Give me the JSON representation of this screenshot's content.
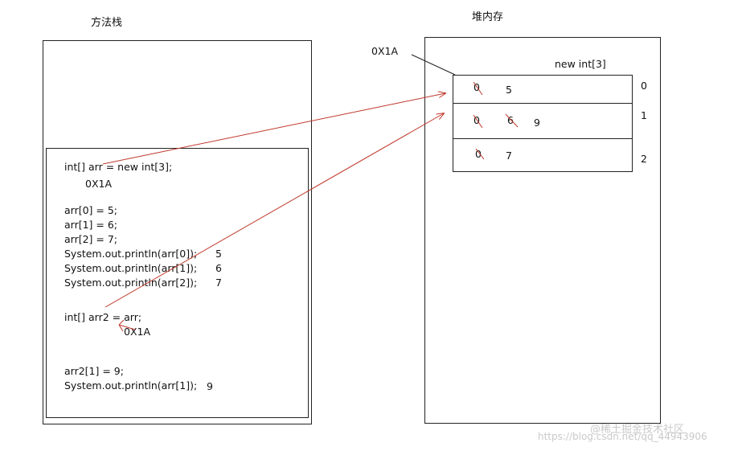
{
  "diagram": {
    "method_stack_title": "方法栈",
    "heap_title": "堆内存",
    "heap_address": "0X1A",
    "array_label": "new int[3]",
    "indices": [
      "0",
      "1",
      "2"
    ],
    "cells": [
      {
        "old": "0",
        "new": "5"
      },
      {
        "old": "0",
        "mid": "6",
        "new": "9"
      },
      {
        "old": "0",
        "new": "7"
      }
    ],
    "code": {
      "decl": "int[] arr = new int[3];",
      "decl_addr": "0X1A",
      "assign0": "arr[0] = 5;",
      "assign1": "arr[1] = 6;",
      "assign2": "arr[2] = 7;",
      "print0": "System.out.println(arr[0]);",
      "print0_out": "5",
      "print1": "System.out.println(arr[1]);",
      "print1_out": "6",
      "print2": "System.out.println(arr[2]);",
      "print2_out": "7",
      "decl2": "int[] arr2 = arr;",
      "decl2_addr": "0X1A",
      "assign_arr2": "arr2[1] = 9;",
      "print3": "System.out.println(arr[1]);",
      "print3_out": "9"
    },
    "watermark_logo": "@稀土掘金技术社区",
    "watermark_url": "https://blog.csdn.net/qq_44943906",
    "colors": {
      "arrow": "#c0392b",
      "line": "#222222"
    }
  }
}
